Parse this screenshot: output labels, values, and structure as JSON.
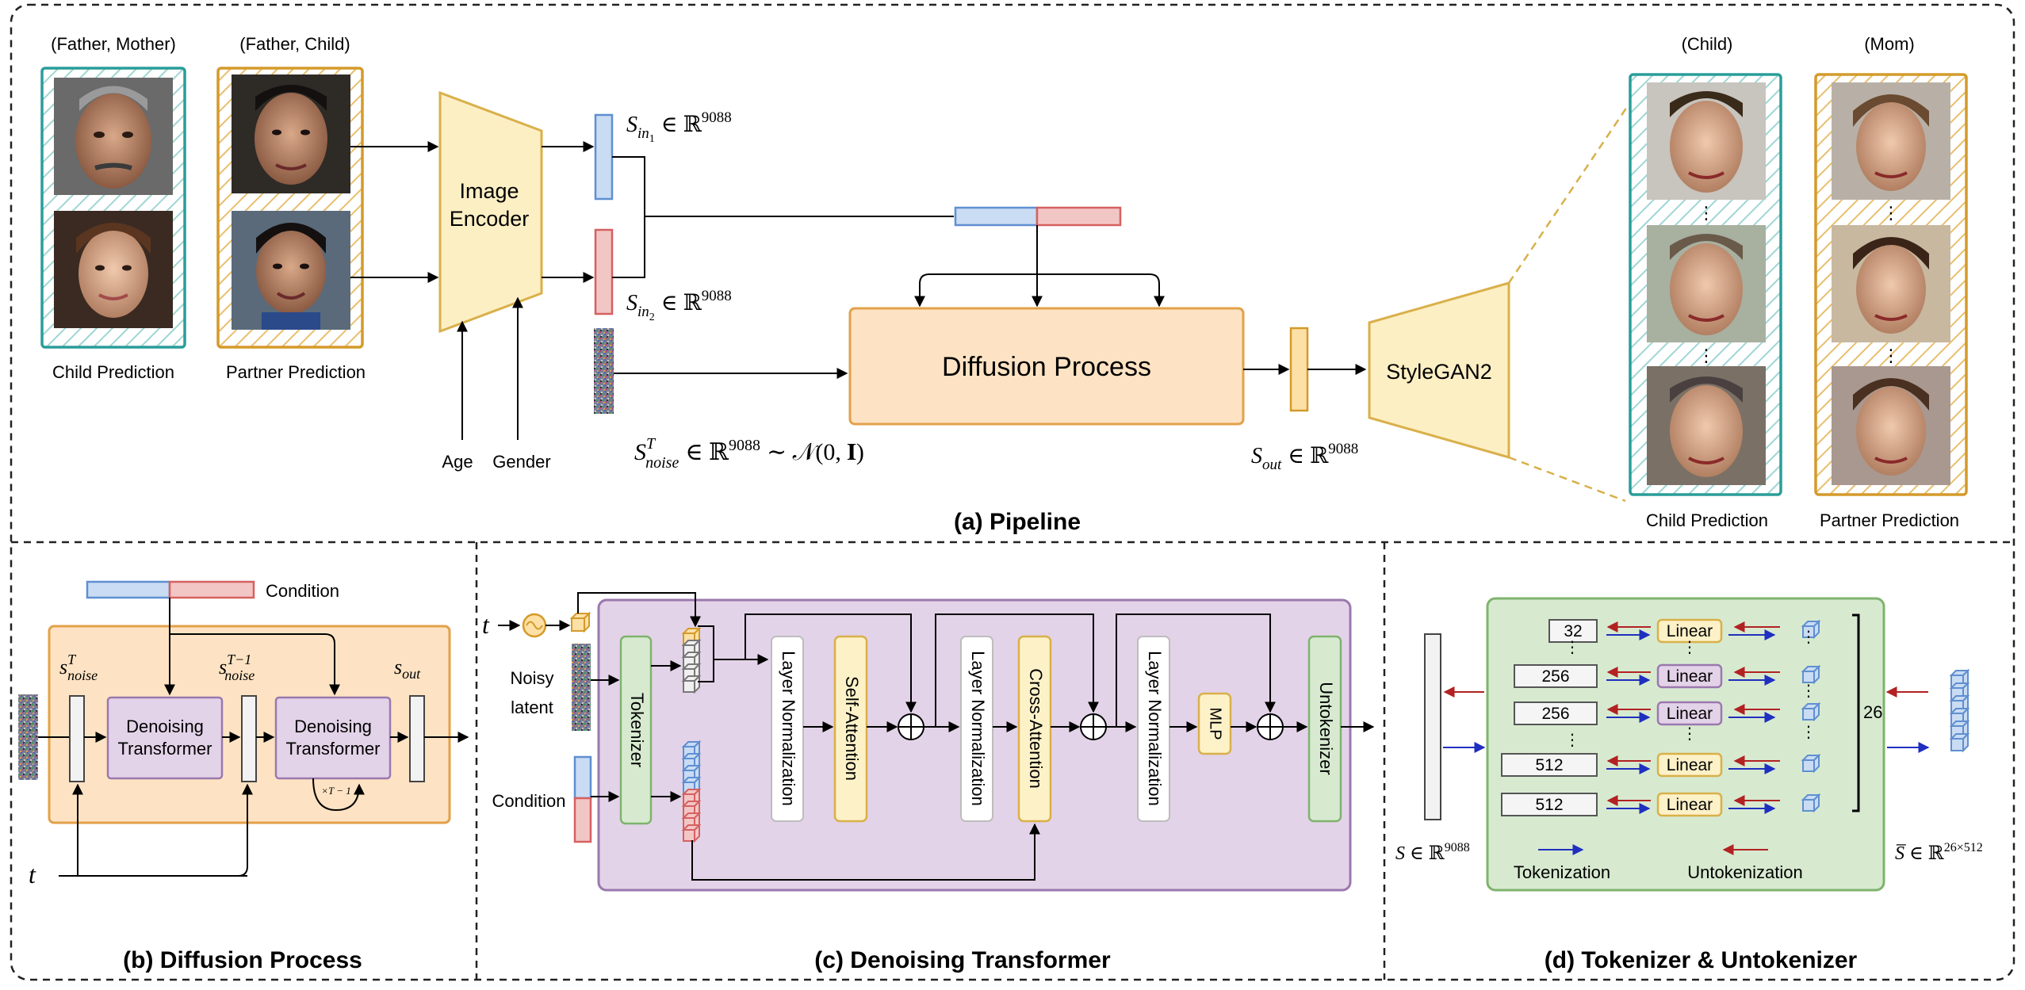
{
  "colors": {
    "teal": "#2a9d9a",
    "gold": "#d49a2a",
    "encoder_fill": "#fdefc4",
    "encoder_stroke": "#d9b04a",
    "diffusion_fill": "#fde3c3",
    "diffusion_stroke": "#e2a14a",
    "blue_fill": "#c9dcf3",
    "blue_stroke": "#5f8fd1",
    "red_fill": "#f3c6c6",
    "red_stroke": "#d66060",
    "purple_fill": "#e3d3e8",
    "purple_stroke": "#9b78ae",
    "green_fill": "#d7ead0",
    "green_stroke": "#7fb36e",
    "yellow_fill": "#fdf1c7",
    "arrow_red": "#b22222",
    "arrow_blue": "#1f2fbf"
  },
  "pipeline": {
    "label_father_mother": "(Father, Mother)",
    "label_father_child": "(Father, Child)",
    "child_prediction": "Child Prediction",
    "partner_prediction": "Partner Prediction",
    "image_encoder_line1": "Image",
    "image_encoder_line2": "Encoder",
    "age": "Age",
    "gender": "Gender",
    "s_in1": "S",
    "s_in1_sub": "in",
    "s_in1_subsub": "1",
    "s_in1_rest": "∈ ℝ",
    "s_in1_sup": "9088",
    "s_in2": "S",
    "s_in2_sub": "in",
    "s_in2_subsub": "2",
    "s_in2_rest": "∈ ℝ",
    "s_in2_sup": "9088",
    "s_noise": "S",
    "s_noise_sup": "T",
    "s_noise_sub": "noise",
    "s_noise_rest": "∈ ℝ",
    "s_noise_pow": "9088",
    "s_noise_dist": "∼ 𝒩(0, 𝐈)",
    "diffusion_process": "Diffusion Process",
    "stylegan": "StyleGAN2",
    "s_out": "S",
    "s_out_sub": "out",
    "s_out_rest": "∈ ℝ",
    "s_out_sup": "9088",
    "label_child": "(Child)",
    "label_mom": "(Mom)",
    "title": "(a) Pipeline"
  },
  "diffusion": {
    "condition": "Condition",
    "s_noise_t": "s",
    "s_noise_t_sup": "T",
    "s_noise_t_sub": "noise",
    "s_noise_t1": "s",
    "s_noise_t1_sup": "T−1",
    "s_noise_t1_sub": "noise",
    "s_out": "s",
    "s_out_sub": "out",
    "dt1_line1": "Denoising",
    "dt1_line2": "Transformer",
    "dt2_line1": "Denoising",
    "dt2_line2": "Transformer",
    "loop": "×T − 1",
    "t": "t",
    "title": "(b) Diffusion Process"
  },
  "denoising": {
    "t": "t",
    "noisy": "Noisy",
    "latent": "latent",
    "condition": "Condition",
    "tokenizer": "Tokenizer",
    "ln1": "Layer Normalization",
    "self_attention": "Self-Attention",
    "ln2": "Layer Normalization",
    "cross_attention": "Cross-Attention",
    "ln3": "Layer Normalization",
    "mlp": "MLP",
    "untokenizer": "Untokenizer",
    "title": "(c) Denoising Transformer"
  },
  "tokenizer": {
    "rows": [
      {
        "dim": "32",
        "linear": "Linear",
        "style": "gold"
      },
      {
        "dim": "256",
        "linear": "Linear",
        "style": "purple"
      },
      {
        "dim": "256",
        "linear": "Linear",
        "style": "purple"
      },
      {
        "dim": "512",
        "linear": "Linear",
        "style": "gold"
      },
      {
        "dim": "512",
        "linear": "Linear",
        "style": "gold"
      }
    ],
    "count": "26",
    "s_left": "S",
    "s_left_rest": "∈ ℝ",
    "s_left_sup": "9088",
    "s_right": "S̅",
    "s_right_rest": "∈ ℝ",
    "s_right_sup": "26×512",
    "tokenization": "Tokenization",
    "untokenization": "Untokenization",
    "title": "(d) Tokenizer & Untokenizer"
  }
}
